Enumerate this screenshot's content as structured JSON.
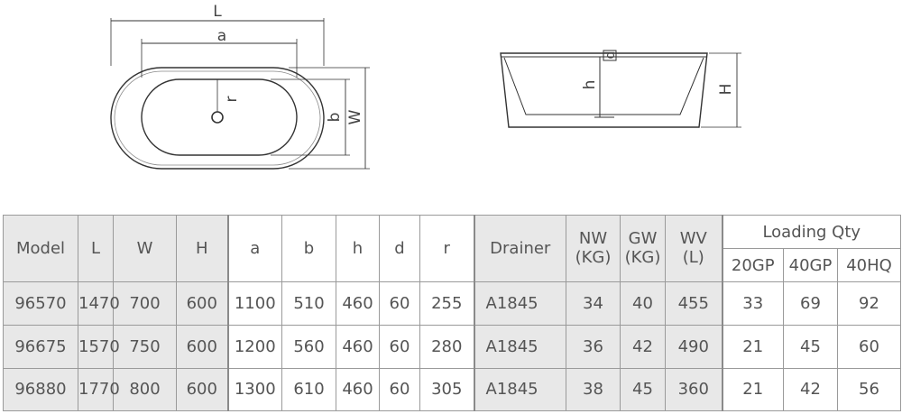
{
  "top_view": {
    "dim_L": "L",
    "dim_a": "a",
    "dim_r": "r",
    "dim_b": "b",
    "dim_W": "W"
  },
  "side_view": {
    "dim_h": "h",
    "dim_d": "d",
    "dim_H": "H"
  },
  "table": {
    "headers": {
      "model": "Model",
      "L": "L",
      "W": "W",
      "H": "H",
      "a": "a",
      "b": "b",
      "h": "h",
      "d": "d",
      "r": "r",
      "drainer": "Drainer",
      "nw": "NW",
      "nw_unit": "(KG)",
      "gw": "GW",
      "gw_unit": "(KG)",
      "wv": "WV",
      "wv_unit": "(L)",
      "loading_qty": "Loading Qty",
      "gp20": "20GP",
      "gp40": "40GP",
      "hq40": "40HQ"
    },
    "rows": [
      {
        "model": "96570",
        "L": "1470",
        "W": "700",
        "H": "600",
        "a": "1100",
        "b": "510",
        "h": "460",
        "d": "60",
        "r": "255",
        "drainer": "A1845",
        "nw": "34",
        "gw": "40",
        "wv": "455",
        "gp20": "33",
        "gp40": "69",
        "hq40": "92"
      },
      {
        "model": "96675",
        "L": "1570",
        "W": "750",
        "H": "600",
        "a": "1200",
        "b": "560",
        "h": "460",
        "d": "60",
        "r": "280",
        "drainer": "A1845",
        "nw": "36",
        "gw": "42",
        "wv": "490",
        "gp20": "21",
        "gp40": "45",
        "hq40": "60"
      },
      {
        "model": "96880",
        "L": "1770",
        "W": "800",
        "H": "600",
        "a": "1300",
        "b": "610",
        "h": "460",
        "d": "60",
        "r": "305",
        "drainer": "A1845",
        "nw": "38",
        "gw": "45",
        "wv": "360",
        "gp20": "21",
        "gp40": "42",
        "hq40": "56"
      }
    ]
  }
}
